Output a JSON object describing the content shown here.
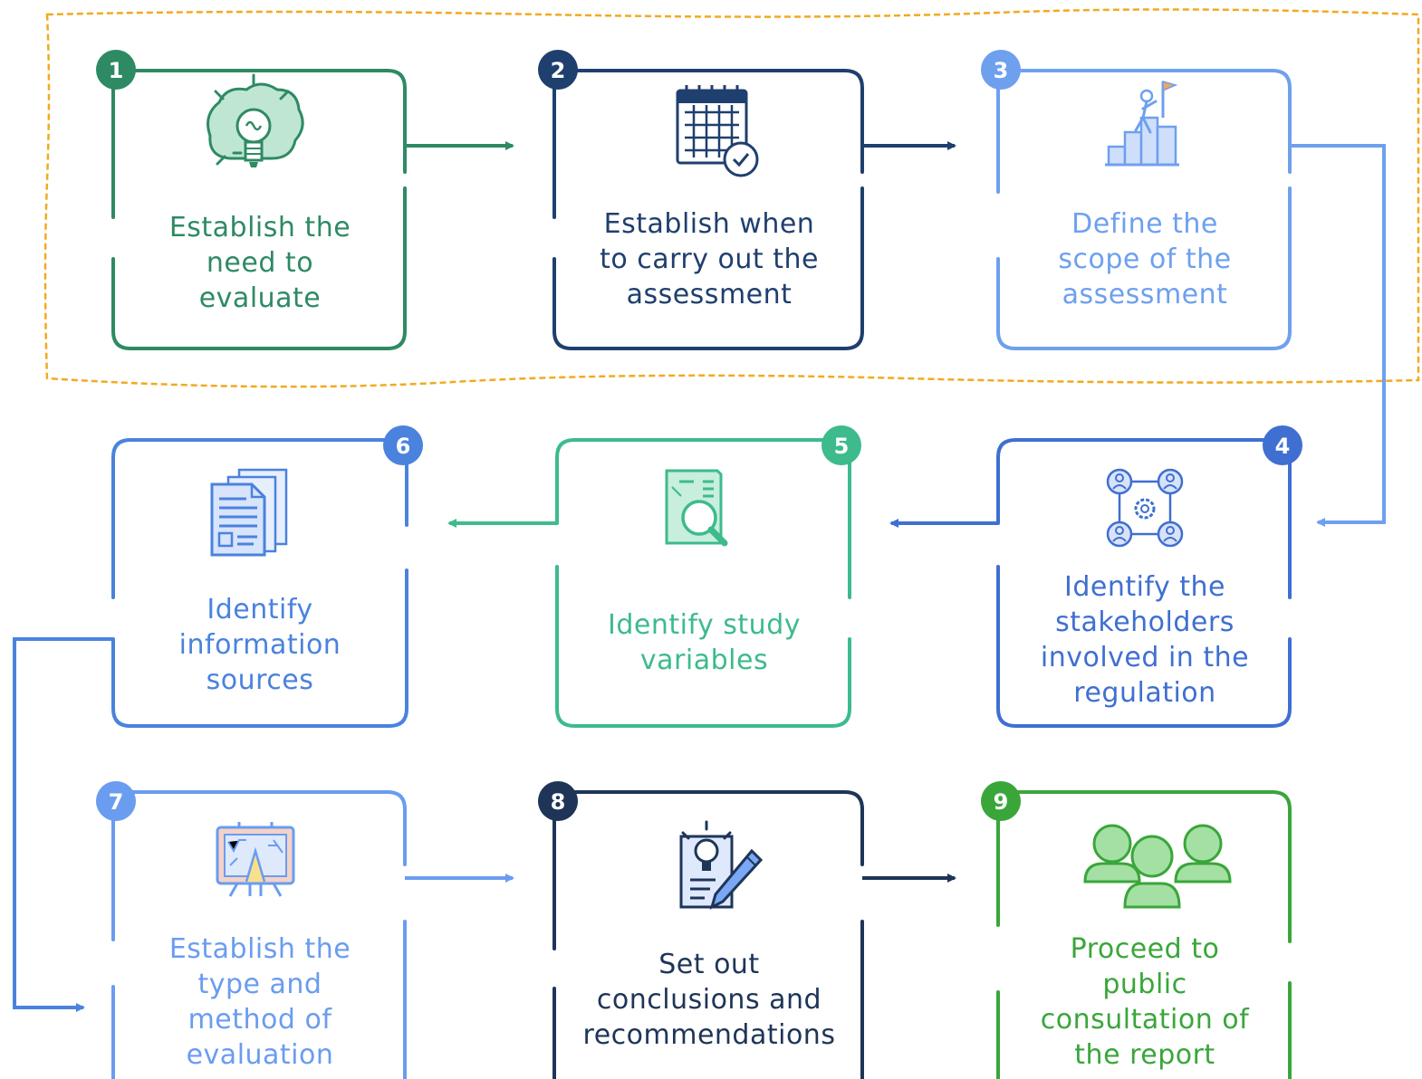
{
  "colors": {
    "green_dark": "#2e8a63",
    "navy": "#1f3f6e",
    "blue_light": "#6ea0ee",
    "blue_mid": "#3f6fd1",
    "teal": "#3dbb8c",
    "blue_6": "#4a82de",
    "blue_7": "#6a9cf0",
    "navy_8": "#1e3558",
    "green_9": "#3aa63a",
    "highlight_border": "#f2aa1f"
  },
  "steps": [
    {
      "number": "1",
      "label": "Establish the\nneed to\nevaluate",
      "icon": "brain-lightbulb-icon",
      "color": "#2e8a63"
    },
    {
      "number": "2",
      "label": "Establish when\nto carry out the\nassessment",
      "icon": "calendar-clock-icon",
      "color": "#1f3f6e"
    },
    {
      "number": "3",
      "label": "Define the\nscope of the\nassessment",
      "icon": "climber-flag-icon",
      "color": "#6ea0ee"
    },
    {
      "number": "4",
      "label": "Identify the\nstakeholders\ninvolved in the\nregulation",
      "icon": "stakeholders-network-icon",
      "color": "#3f6fd1"
    },
    {
      "number": "5",
      "label": "Identify study\nvariables",
      "icon": "document-magnifier-icon",
      "color": "#3dbb8c"
    },
    {
      "number": "6",
      "label": "Identify\ninformation\nsources",
      "icon": "documents-stack-icon",
      "color": "#4a82de"
    },
    {
      "number": "7",
      "label": "Establish the\ntype and\nmethod of\nevaluation",
      "icon": "math-board-icon",
      "color": "#6a9cf0"
    },
    {
      "number": "8",
      "label": "Set out\nconclusions and\nrecommendations",
      "icon": "idea-notepad-pen-icon",
      "color": "#1e3558"
    },
    {
      "number": "9",
      "label": "Proceed to\npublic\nconsultation of\nthe report",
      "icon": "people-group-icon",
      "color": "#3aa63a"
    }
  ]
}
